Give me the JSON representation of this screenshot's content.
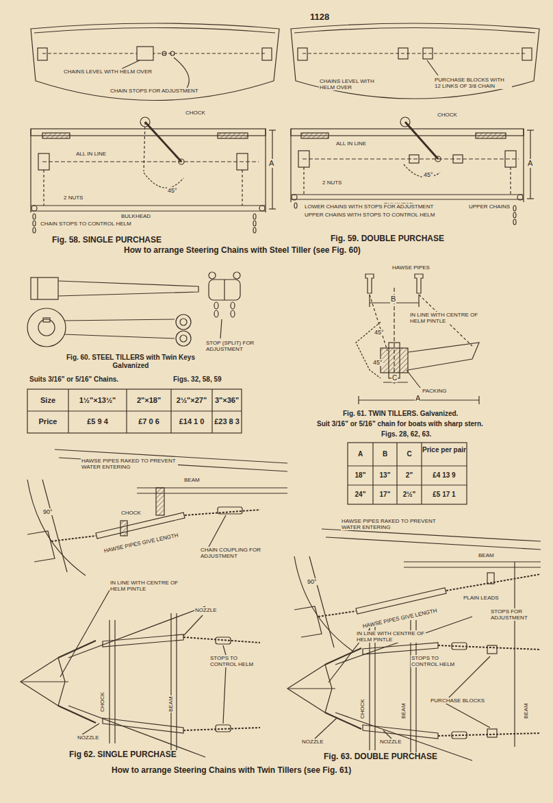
{
  "diagram": {
    "labels": [
      "1128",
      "CHAINS LEVEL WITH HELM OVER",
      "CHAIN STOPS FOR ADJUSTMENT",
      "CHOCK",
      "ALL IN LINE",
      "A",
      "45°",
      "2 NUTS",
      "BULKHEAD",
      "CHAIN STOPS TO CONTROL HELM",
      "CHAINS LEVEL WITH HELM OVER",
      "PURCHASE BLOCKS WITH 12 LINKS OF 3/8 CHAIN",
      "CHOCK",
      "ALL IN LINE",
      "A",
      "45°",
      "2 NUTS",
      "BULKHEAD",
      "LOWER CHAINS WITH STOPS FOR ADJUSTMENT",
      "UPPER CHAINS",
      "UPPER CHAINS WITH STOPS TO CONTROL HELM",
      "Fig. 58. SINGLE PURCHASE",
      "Fig. 59. DOUBLE PURCHASE",
      "How to arrange Steering Chains with Steel Tiller (see Fig. 60)",
      "STOP (SPLIT) FOR ADJUSTMENT",
      "Fig. 60. STEEL TILLERS with Twin Keys Galvanized",
      "Suits 3/16\" or 5/16\" Chains.",
      "Figs. 32, 58, 59",
      "Size",
      "1½\"×13½\"",
      "2\"×18\"",
      "2½\"×27\"",
      "3\"×36\"",
      "Price",
      "£5 9 4",
      "£7 0 6",
      "£14 1 0",
      "£23 8 3",
      "HAWSE PIPES",
      "B",
      "IN LINE WITH CENTRE OF HELM PINTLE",
      "45°",
      "45°",
      "C",
      "PACKING",
      "A",
      "Fig. 61. TWIN TILLERS. Galvanized.",
      "Suit 3/16\" or 5/16\" chain for boats with sharp stern.",
      "Figs. 28, 62, 63.",
      "A",
      "B",
      "C",
      "Price per pair",
      "18\"",
      "13\"",
      "2\"",
      "£4 13 9",
      "24\"",
      "17\"",
      "2½\"",
      "£5 17 1",
      "HAWSE PIPES RAKED TO PREVENT WATER ENTERING",
      "BEAM",
      "90°",
      "CHOCK",
      "HAWSE PIPES GIVE LENGTH",
      "CHAIN COUPLING FOR ADJUSTMENT",
      "IN LINE WITH CENTRE OF HELM PINTLE",
      "NOZZLE",
      "CHOCK",
      "BEAM",
      "STOPS TO CONTROL HELM",
      "NOZZLE",
      "Fig 62. SINGLE PURCHASE",
      "HAWSE PIPES RAKED TO PREVENT WATER ENTERING",
      "BEAM",
      "90°",
      "HAWSE PIPES GIVE LENGTH",
      "PLAIN LEADS",
      "STOPS FOR ADJUSTMENT",
      "IN LINE WITH CENTRE OF HELM PINTLE",
      "STOPS TO CONTROL HELM",
      "CHOCK",
      "BEAM",
      "PURCHASE BLOCKS",
      "BEAM",
      "NOZZLE",
      "NOZZLE",
      "Fig. 63. DOUBLE PURCHASE",
      "How to arrange Steering Chains with Twin Tillers (see Fig. 61)"
    ]
  }
}
